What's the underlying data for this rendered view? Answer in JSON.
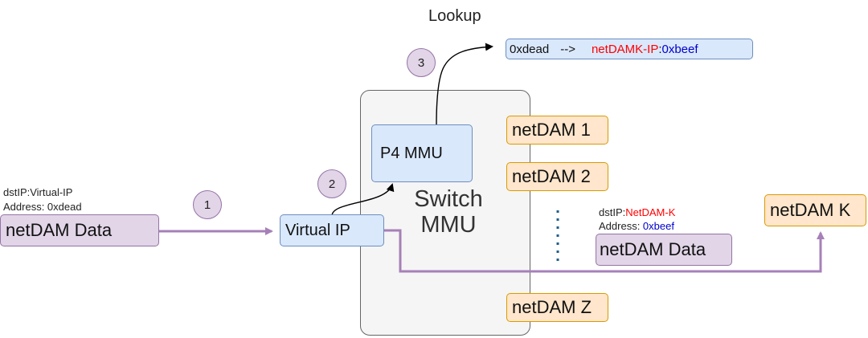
{
  "lookup_title": "Lookup",
  "lookup_entry": {
    "addr": "0xdead",
    "arrow": "-->",
    "target": "netDAMK-IP",
    "sep": ":",
    "target_addr": "0xbeef"
  },
  "steps": [
    "1",
    "2",
    "3"
  ],
  "switch_label": "Switch MMU",
  "p4_mmu": "P4  MMU",
  "virtual_ip": "Virtual IP",
  "source": {
    "dst_line": "dstIP:Virtual-IP",
    "addr_line": "Address: 0xdead",
    "label": "netDAM Data"
  },
  "nodes": [
    "netDAM 1",
    "netDAM 2",
    "netDAM Z",
    "netDAM K"
  ],
  "rewritten": {
    "dst_prefix": "dstIP:",
    "dst_value": "NetDAM-K",
    "addr_prefix": "Address: ",
    "addr_value": "0xbeef",
    "label": "netDAM Data"
  },
  "colors": {
    "arrow": "#a680b8",
    "purple_fill": "#e1d5e7",
    "blue_fill": "#dae8fc",
    "orange_fill": "#ffe6cc",
    "highlight_red": "#ff0000",
    "highlight_blue": "#0000cc"
  }
}
